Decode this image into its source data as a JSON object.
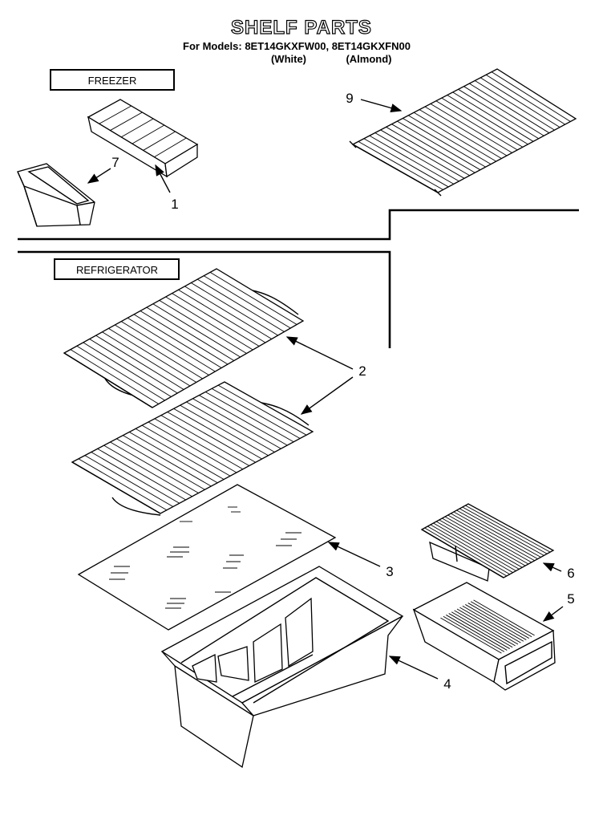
{
  "title": "SHELF PARTS",
  "models_line": "For Models: 8ET14GKXFW00, 8ET14GKXFN00",
  "model_color_1": "(White)",
  "model_color_2": "(Almond)",
  "sections": {
    "freezer": "FREEZER",
    "refrigerator": "REFRIGERATOR"
  },
  "callouts": [
    "9",
    "7",
    "1",
    "2",
    "3",
    "6",
    "5",
    "4"
  ]
}
